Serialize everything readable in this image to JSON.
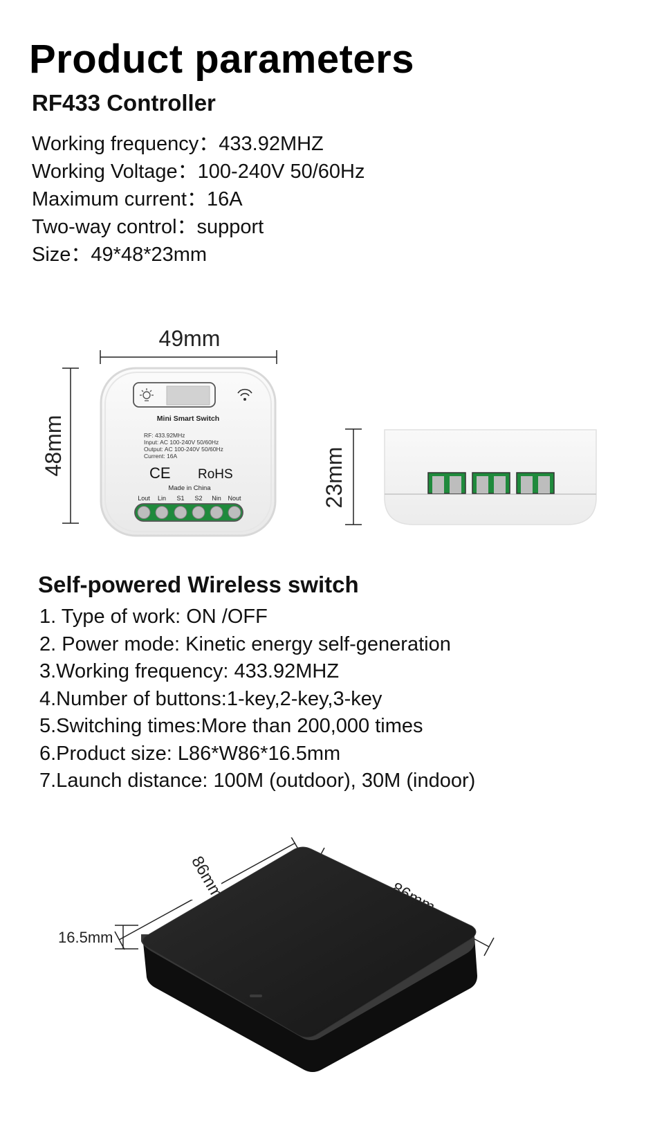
{
  "page": {
    "title": "Product parameters",
    "controller_title": "RF433 Controller"
  },
  "controller_params": [
    "Working frequency：433.92MHZ",
    "Working Voltage：100-240V 50/60Hz",
    "Maximum current：16A",
    "Two-way control：support",
    "Size：49*48*23mm"
  ],
  "controller_figure": {
    "width_label": "49mm",
    "height_label": "48mm",
    "depth_label": "23mm",
    "device_name": "Mini Smart Switch",
    "spec_lines": [
      "RF: 433.92MHz",
      "Input:  AC 100-240V  50/60Hz",
      "Output:  AC 100-240V  50/60Hz",
      "Current:  16A"
    ],
    "ce_mark": "CE",
    "rohs_mark": "RoHS",
    "made_in": "Made in China",
    "terminals": [
      "Lout",
      "Lin",
      "S1",
      "S2",
      "Nin",
      "Nout"
    ]
  },
  "switch_section": {
    "title": "Self-powered Wireless switch",
    "items": [
      "1. Type  of work: ON /OFF",
      "2. Power mode: Kinetic energy self-generation",
      "3.Working frequency: 433.92MHZ",
      "4.Number of buttons:1-key,2-key,3-key",
      "5.Switching times:More than 200,000 times",
      "6.Product size: L86*W86*16.5mm",
      "7.Launch distance: 100M (outdoor), 30M (indoor)"
    ]
  },
  "switch_figure": {
    "length_label": "86mm",
    "width_label": "86mm",
    "thickness_label": "16.5mm"
  },
  "colors": {
    "device_body": "#f4f4f4",
    "terminal_green": "#1f8a3c",
    "switch_black": "#1c1c1c"
  }
}
